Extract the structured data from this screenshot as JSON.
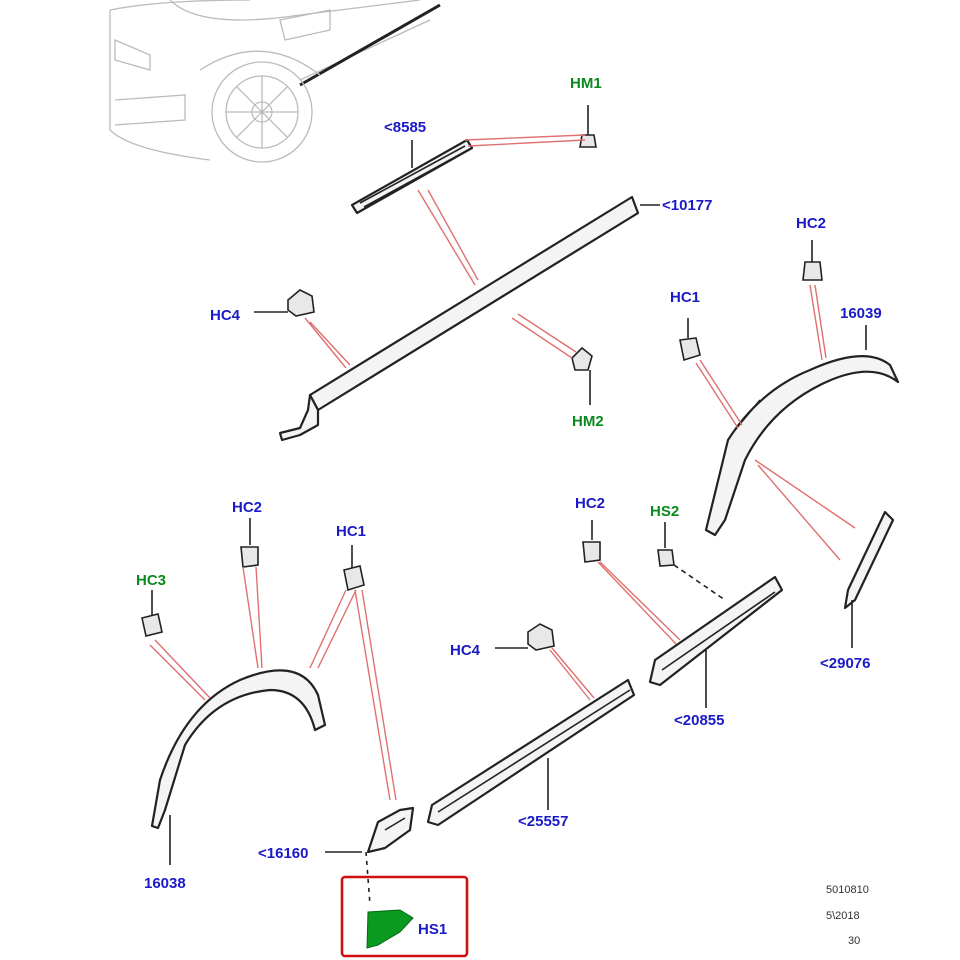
{
  "labels": {
    "hm1": "HM1",
    "p8585": "<8585",
    "p10177": "<10177",
    "hc2_top": "HC2",
    "hc4_top": "HC4",
    "hc1_right": "HC1",
    "p16039": "16039",
    "hm2": "HM2",
    "hc2_left": "HC2",
    "hc1_left": "HC1",
    "hc3": "HC3",
    "hc2_mid": "HC2",
    "hs2": "HS2",
    "hc4_bottom": "HC4",
    "p29076": "<29076",
    "p20855": "<20855",
    "p25557": "<25557",
    "p16160": "<16160",
    "p16038": "16038",
    "hs1": "HS1"
  },
  "meta": {
    "line1": "5010810",
    "line2": "5\\2018",
    "line3": "30"
  },
  "colors": {
    "label_blue": "#1a1ac8",
    "label_green": "#0a8a1e",
    "leader": "#e07070",
    "highlight_box": "#d01010",
    "highlighted_part": "#0a9a20"
  }
}
